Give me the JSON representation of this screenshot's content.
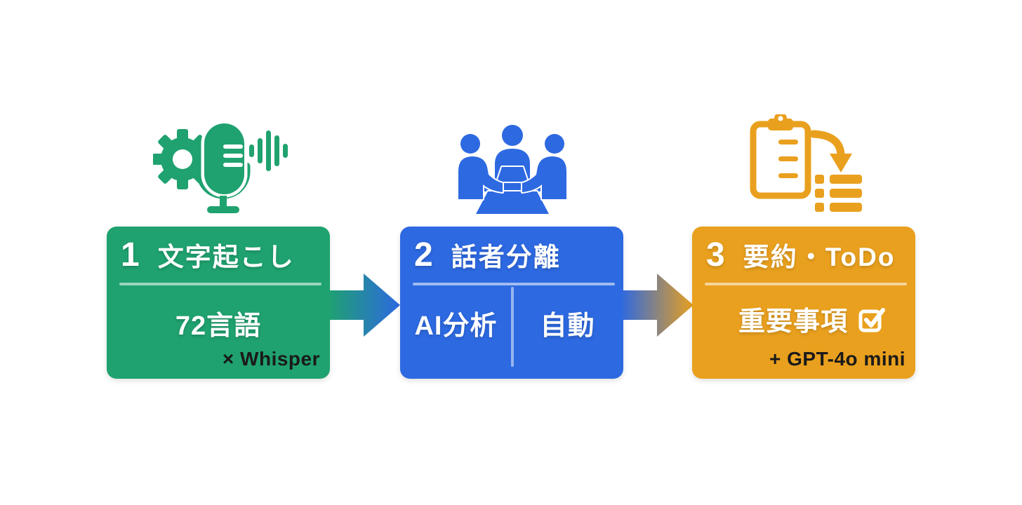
{
  "diagram": {
    "background": "#FFFFFF",
    "steps": [
      {
        "number": "1",
        "title": "文字起こし",
        "detail": "72言語",
        "footnote": "× Whisper",
        "color": "#1FA26F",
        "icon": "gear-microphone-soundwave-icon"
      },
      {
        "number": "2",
        "title": "話者分離",
        "cells": [
          {
            "label": "AI分析"
          },
          {
            "label": "自動"
          }
        ],
        "color": "#2D69E1",
        "icon": "meeting-people-icon"
      },
      {
        "number": "3",
        "title": "要約・ToDo",
        "detail": "重要事項",
        "detail_icon": "checked-checkbox-icon",
        "footnote": "+ GPT-4o mini",
        "color": "#E9A01E",
        "icon": "clipboard-checklist-arrow-list-icon"
      }
    ],
    "arrows": [
      {
        "name": "arrow-step1-to-step2",
        "from_color": "#1FA26F",
        "to_color": "#2D69E1"
      },
      {
        "name": "arrow-step2-to-step3",
        "from_color": "#2D69E1",
        "to_color": "#E9A01E"
      }
    ],
    "footnote_text_color": "#1A1A1A"
  }
}
